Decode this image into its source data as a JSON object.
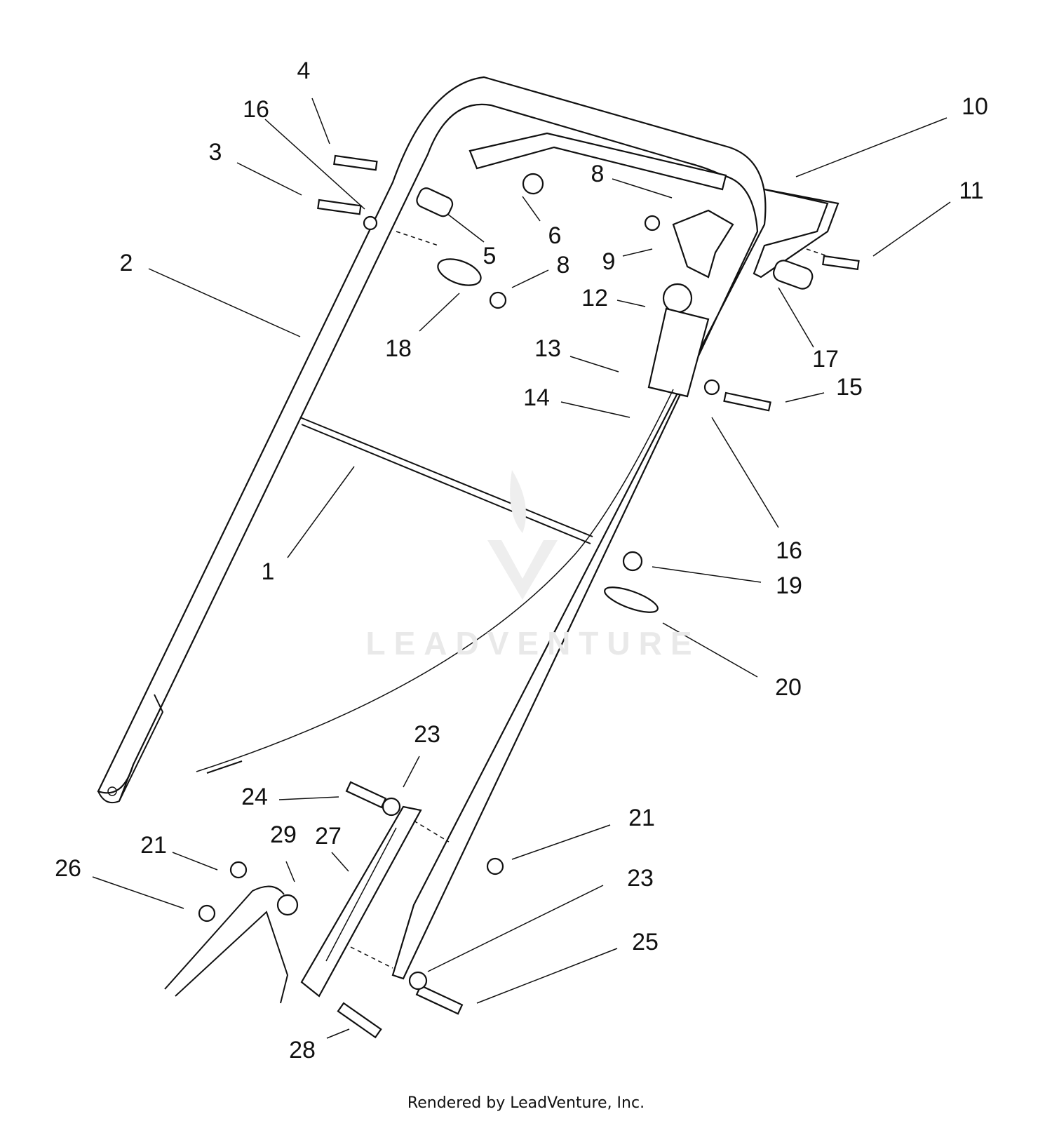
{
  "diagram": {
    "watermark": "LEADVENTURE",
    "footer": "Rendered by LeadVenture, Inc.",
    "callouts": [
      {
        "id": "c1",
        "label": "1"
      },
      {
        "id": "c2",
        "label": "2"
      },
      {
        "id": "c3",
        "label": "3"
      },
      {
        "id": "c4",
        "label": "4"
      },
      {
        "id": "c5",
        "label": "5"
      },
      {
        "id": "c6",
        "label": "6"
      },
      {
        "id": "c8a",
        "label": "8"
      },
      {
        "id": "c8b",
        "label": "8"
      },
      {
        "id": "c9",
        "label": "9"
      },
      {
        "id": "c10",
        "label": "10"
      },
      {
        "id": "c11",
        "label": "11"
      },
      {
        "id": "c12",
        "label": "12"
      },
      {
        "id": "c13",
        "label": "13"
      },
      {
        "id": "c14",
        "label": "14"
      },
      {
        "id": "c15",
        "label": "15"
      },
      {
        "id": "c16a",
        "label": "16"
      },
      {
        "id": "c16b",
        "label": "16"
      },
      {
        "id": "c17",
        "label": "17"
      },
      {
        "id": "c18",
        "label": "18"
      },
      {
        "id": "c19",
        "label": "19"
      },
      {
        "id": "c20",
        "label": "20"
      },
      {
        "id": "c21a",
        "label": "21"
      },
      {
        "id": "c21b",
        "label": "21"
      },
      {
        "id": "c23a",
        "label": "23"
      },
      {
        "id": "c23b",
        "label": "23"
      },
      {
        "id": "c24",
        "label": "24"
      },
      {
        "id": "c25",
        "label": "25"
      },
      {
        "id": "c26",
        "label": "26"
      },
      {
        "id": "c27",
        "label": "27"
      },
      {
        "id": "c28",
        "label": "28"
      },
      {
        "id": "c29",
        "label": "29"
      }
    ]
  }
}
